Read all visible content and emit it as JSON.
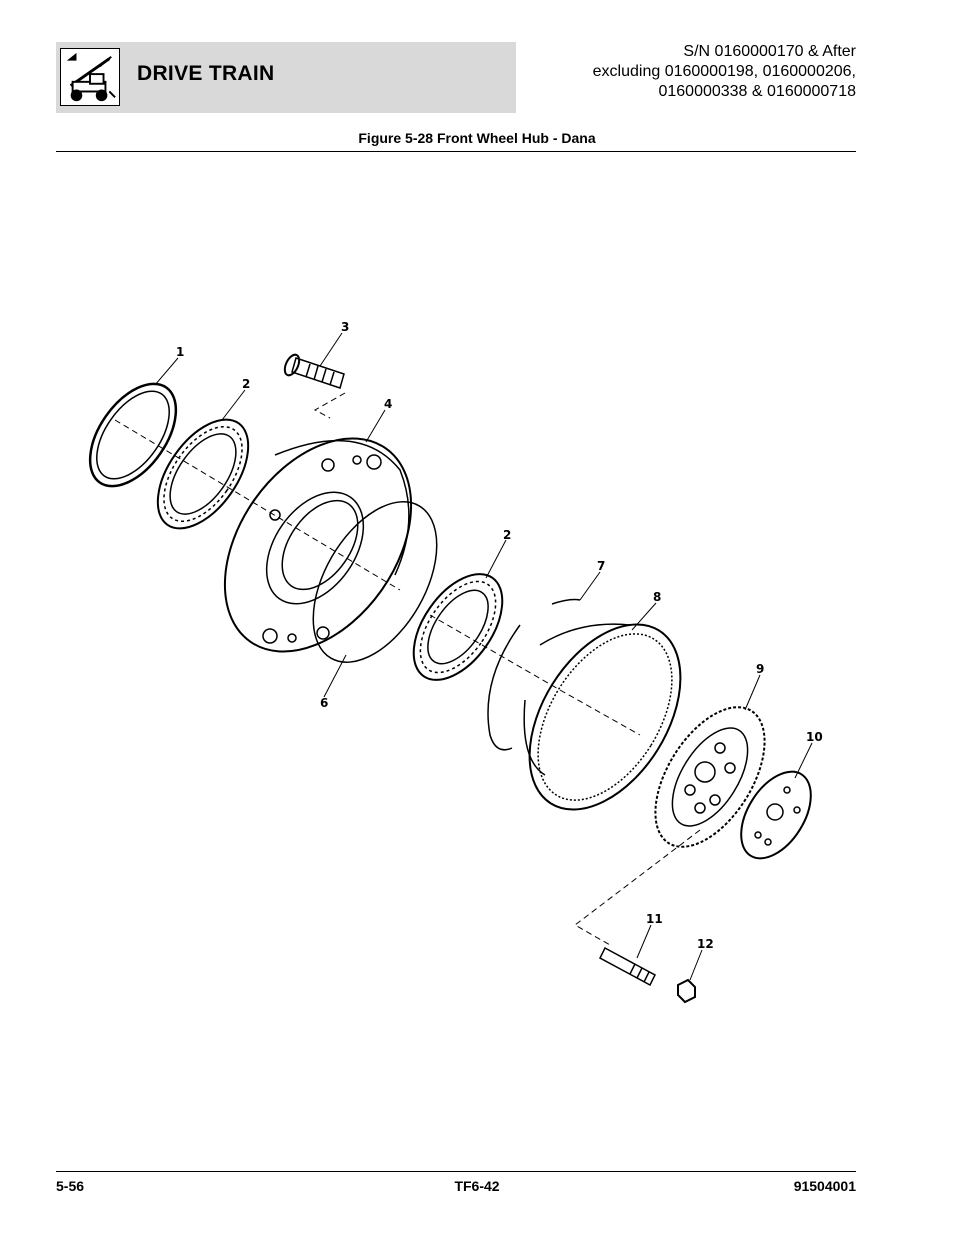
{
  "header": {
    "section_title": "DRIVE TRAIN",
    "logo_icon": "telehandler-icon",
    "serial_lines": [
      "S/N 0160000170 & After",
      "excluding 0160000198, 0160000206,",
      "0160000338 & 0160000718"
    ]
  },
  "figure": {
    "title": "Figure 5-28 Front Wheel Hub - Dana",
    "callouts": {
      "c1": "1",
      "c2a": "2",
      "c3": "3",
      "c4": "4",
      "c2b": "2",
      "c6": "6",
      "c7": "7",
      "c8": "8",
      "c9": "9",
      "c10": "10",
      "c11": "11",
      "c12": "12"
    }
  },
  "footer": {
    "page_number": "5-56",
    "center": "TF6-42",
    "doc_number": "91504001"
  }
}
